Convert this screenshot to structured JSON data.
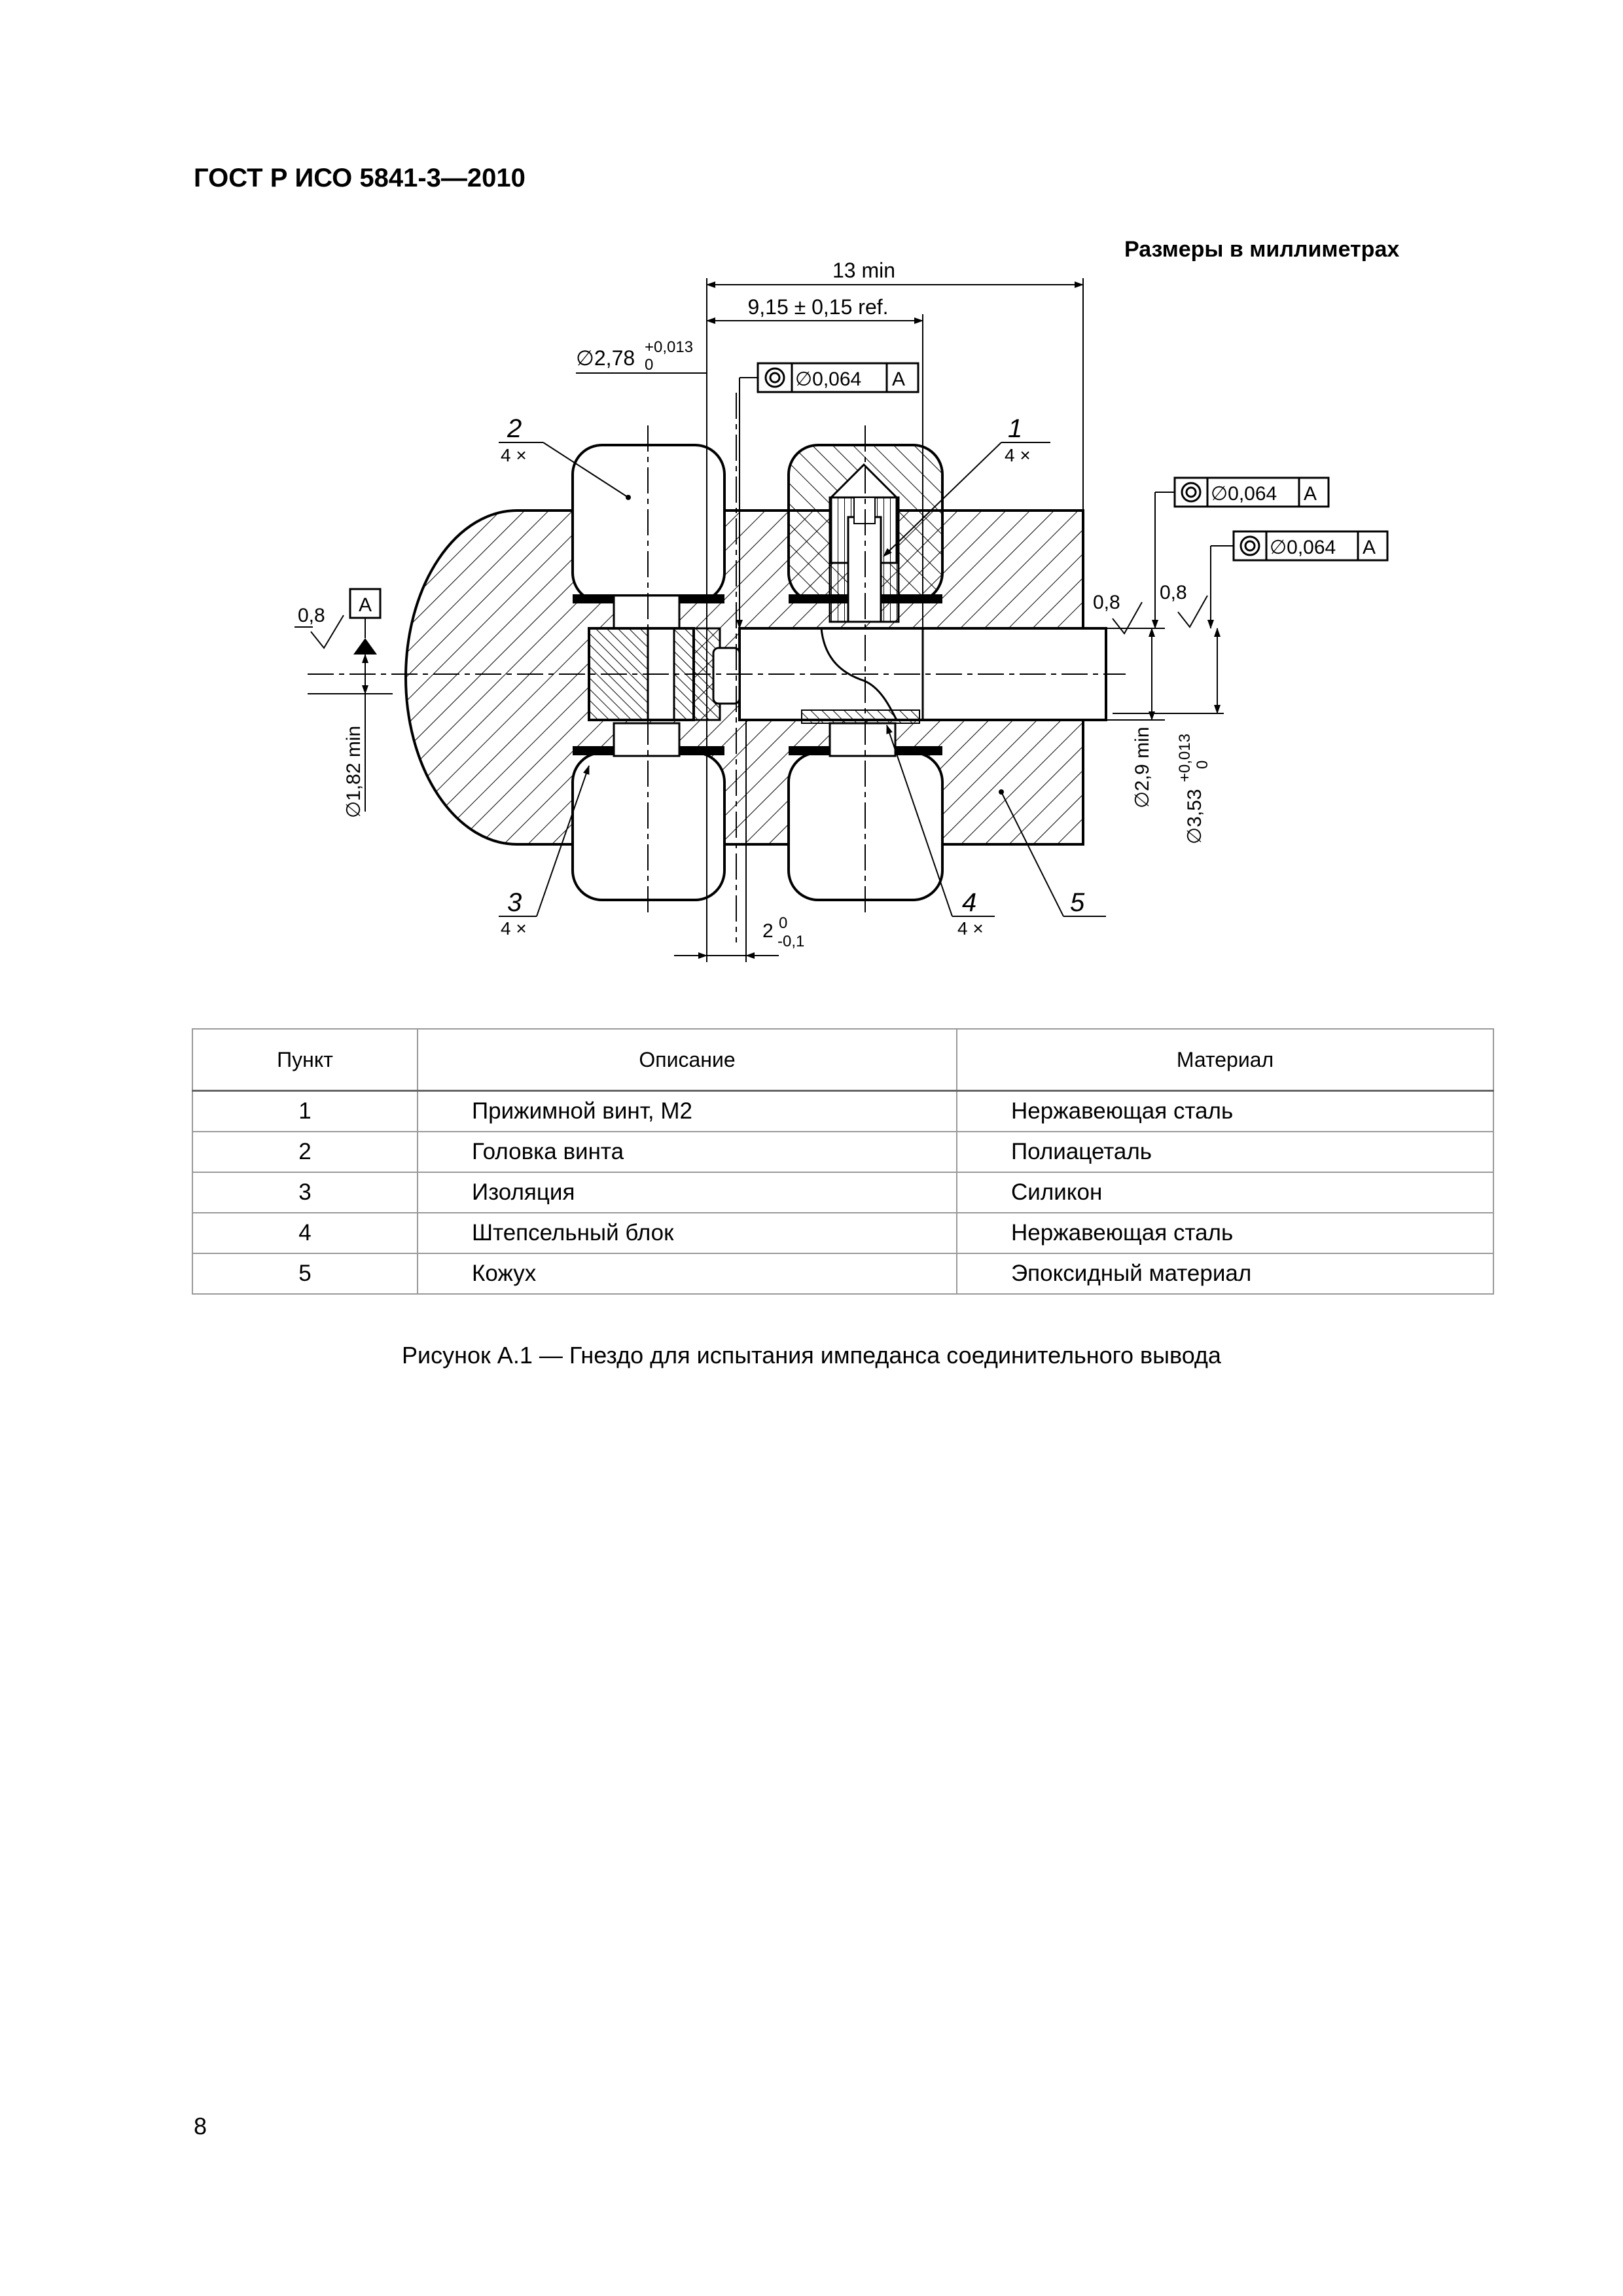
{
  "header": {
    "standard": "ГОСТ Р ИСО 5841-3—2010"
  },
  "units_note": "Размеры в миллиметрах",
  "drawing": {
    "dim_13min": "13 min",
    "dim_915": "9,15 ± 0,15 ref.",
    "dia_278": "∅2,78",
    "dia_278_upper": "+0,013",
    "dia_278_lower": "0",
    "tol_frame_1": {
      "value": "∅0,064",
      "datum": "A"
    },
    "tol_frame_2": {
      "value": "∅0,064",
      "datum": "A"
    },
    "tol_frame_3": {
      "value": "∅0,064",
      "datum": "A"
    },
    "datum_label": "A",
    "roughness_1": "0,8",
    "roughness_2": "0,8",
    "roughness_3": "0,8",
    "dia_182": "∅1,82 min",
    "dia_29": "∅2,9 min",
    "dia_353": "∅3,53",
    "dia_353_upper": "+0,013",
    "dia_353_lower": "0",
    "dim_2": "2",
    "dim_2_upper": "0",
    "dim_2_lower": "-0,1",
    "callouts": [
      {
        "num": "1",
        "qty": "4 ×"
      },
      {
        "num": "2",
        "qty": "4 ×"
      },
      {
        "num": "3",
        "qty": "4 ×"
      },
      {
        "num": "4",
        "qty": "4 ×"
      },
      {
        "num": "5"
      }
    ]
  },
  "table": {
    "headers": [
      "Пункт",
      "Описание",
      "Материал"
    ],
    "rows": [
      [
        "1",
        "Прижимной винт, M2",
        "Нержавеющая сталь"
      ],
      [
        "2",
        "Головка винта",
        "Полиацеталь"
      ],
      [
        "3",
        "Изоляция",
        "Силикон"
      ],
      [
        "4",
        "Штепсельный блок",
        "Нержавеющая сталь"
      ],
      [
        "5",
        "Кожух",
        "Эпоксидный материал"
      ]
    ]
  },
  "caption": "Рисунок А.1 — Гнездо для испытания импеданса соединительного вывода",
  "page_number": "8"
}
